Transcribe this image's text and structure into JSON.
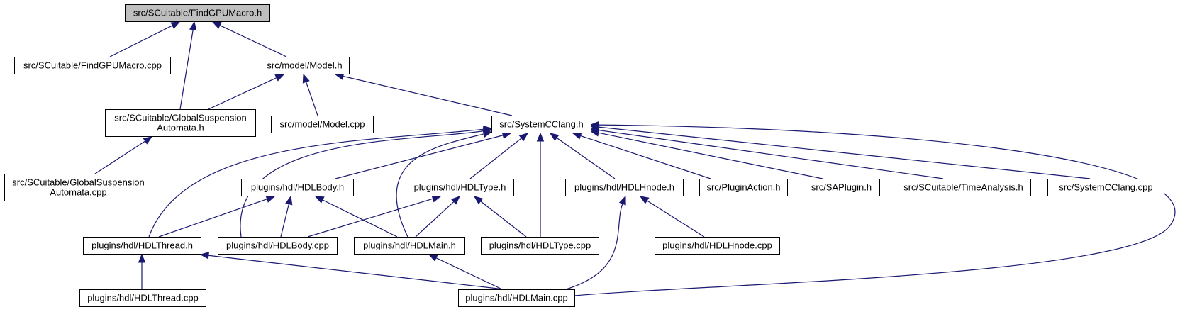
{
  "graph": {
    "nodes": {
      "n0": {
        "lines": [
          "src/SCuitable/FindGPUMacro.h"
        ],
        "highlighted": true
      },
      "n1": {
        "lines": [
          "src/SCuitable/FindGPUMacro.cpp"
        ]
      },
      "n2": {
        "lines": [
          "src/model/Model.h"
        ]
      },
      "n3": {
        "lines": [
          "src/SCuitable/GlobalSuspension",
          "Automata.h"
        ]
      },
      "n4": {
        "lines": [
          "src/model/Model.cpp"
        ]
      },
      "n5": {
        "lines": [
          "src/SystemCClang.h"
        ]
      },
      "n6": {
        "lines": [
          "src/SCuitable/GlobalSuspension",
          "Automata.cpp"
        ]
      },
      "n7": {
        "lines": [
          "plugins/hdl/HDLBody.h"
        ]
      },
      "n8": {
        "lines": [
          "plugins/hdl/HDLType.h"
        ]
      },
      "n9": {
        "lines": [
          "plugins/hdl/HDLHnode.h"
        ]
      },
      "n10": {
        "lines": [
          "src/PluginAction.h"
        ]
      },
      "n11": {
        "lines": [
          "src/SAPlugin.h"
        ]
      },
      "n12": {
        "lines": [
          "src/SCuitable/TimeAnalysis.h"
        ]
      },
      "n13": {
        "lines": [
          "src/SystemCClang.cpp"
        ]
      },
      "n14": {
        "lines": [
          "plugins/hdl/HDLThread.h"
        ]
      },
      "n15": {
        "lines": [
          "plugins/hdl/HDLBody.cpp"
        ]
      },
      "n16": {
        "lines": [
          "plugins/hdl/HDLMain.h"
        ]
      },
      "n17": {
        "lines": [
          "plugins/hdl/HDLType.cpp"
        ]
      },
      "n18": {
        "lines": [
          "plugins/hdl/HDLHnode.cpp"
        ]
      },
      "n19": {
        "lines": [
          "plugins/hdl/HDLThread.cpp"
        ]
      },
      "n20": {
        "lines": [
          "plugins/hdl/HDLMain.cpp"
        ]
      }
    },
    "edges": [
      [
        "n0",
        "n1"
      ],
      [
        "n0",
        "n2"
      ],
      [
        "n0",
        "n3"
      ],
      [
        "n2",
        "n3"
      ],
      [
        "n2",
        "n4"
      ],
      [
        "n2",
        "n5"
      ],
      [
        "n3",
        "n6"
      ],
      [
        "n5",
        "n7"
      ],
      [
        "n5",
        "n8"
      ],
      [
        "n5",
        "n9"
      ],
      [
        "n5",
        "n10"
      ],
      [
        "n5",
        "n11"
      ],
      [
        "n5",
        "n12"
      ],
      [
        "n5",
        "n13"
      ],
      [
        "n5",
        "n14"
      ],
      [
        "n5",
        "n15"
      ],
      [
        "n5",
        "n16"
      ],
      [
        "n5",
        "n17"
      ],
      [
        "n5",
        "n20"
      ],
      [
        "n7",
        "n14"
      ],
      [
        "n7",
        "n15"
      ],
      [
        "n7",
        "n16"
      ],
      [
        "n8",
        "n15"
      ],
      [
        "n8",
        "n16"
      ],
      [
        "n8",
        "n17"
      ],
      [
        "n9",
        "n18"
      ],
      [
        "n9",
        "n20"
      ],
      [
        "n14",
        "n19"
      ],
      [
        "n14",
        "n20"
      ],
      [
        "n16",
        "n20"
      ]
    ],
    "colors": {
      "edge": "#191970",
      "node_fill": "#ffffff",
      "node_border": "#000000",
      "highlight_fill": "#bfbfbf"
    }
  }
}
